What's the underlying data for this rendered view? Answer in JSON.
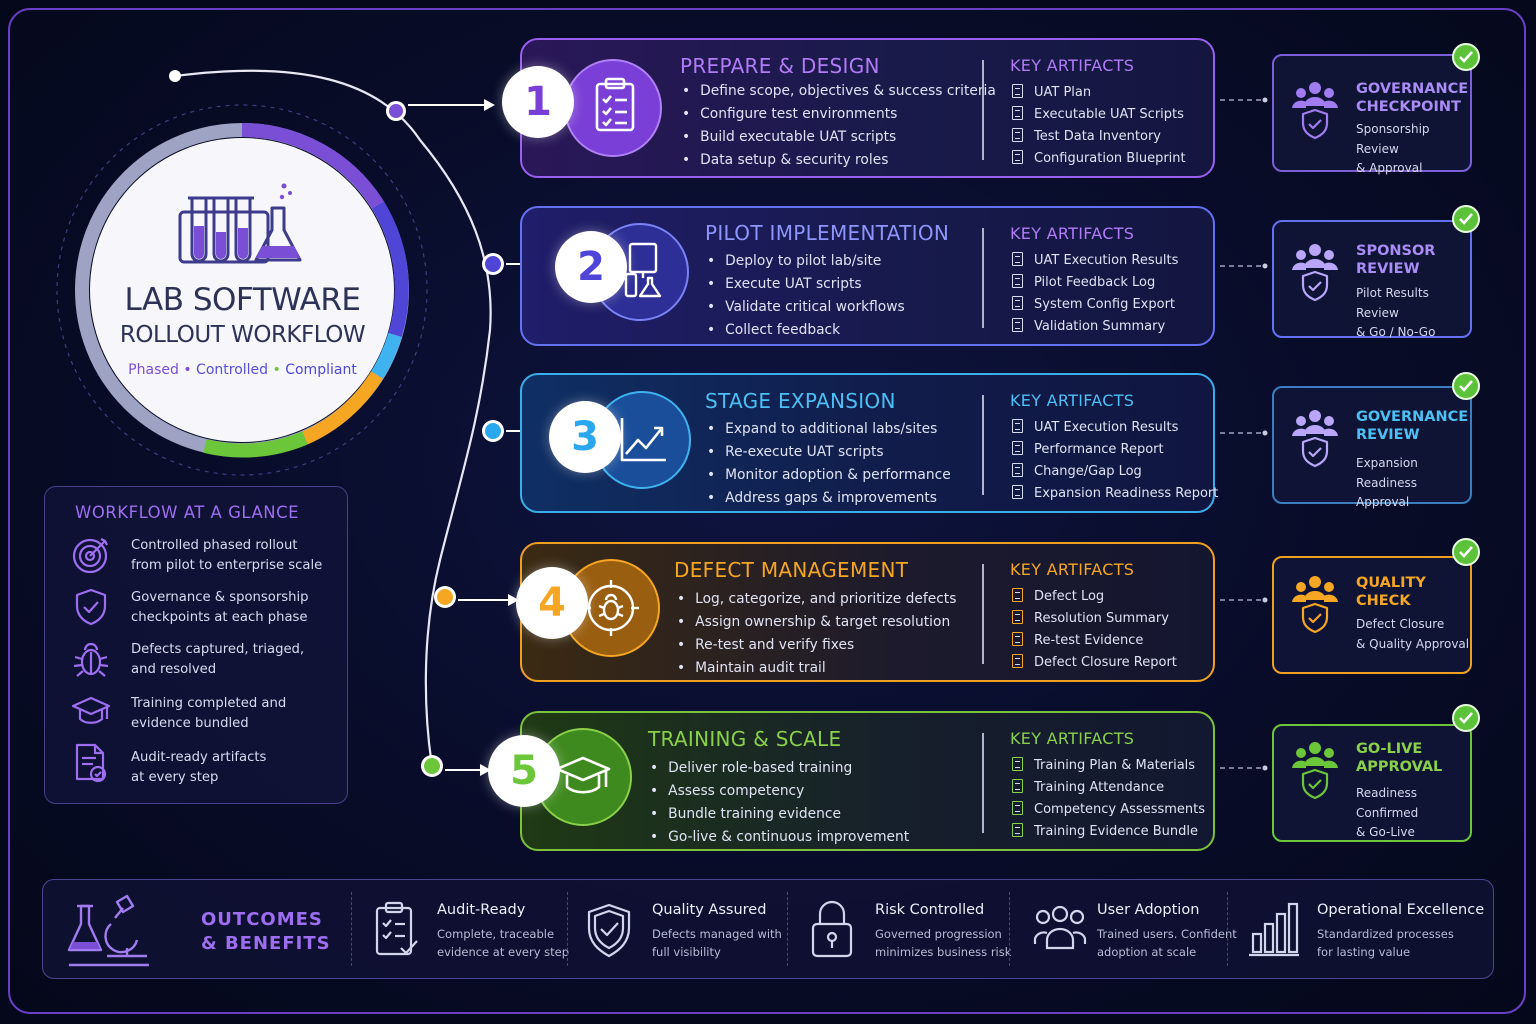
{
  "hero": {
    "title": "LAB SOFTWARE",
    "subtitle": "ROLLOUT WORKFLOW",
    "tags": [
      "Phased",
      "Controlled",
      "Compliant"
    ],
    "tag_colors": [
      "#7a4fd6",
      "#4f46d8",
      "#3b8fd8"
    ]
  },
  "glance": {
    "title": "WORKFLOW AT A GLANCE",
    "items": [
      {
        "icon": "target-icon",
        "lines": [
          "Controlled phased rollout",
          "from pilot to enterprise scale"
        ]
      },
      {
        "icon": "shield-check-icon",
        "lines": [
          "Governance & sponsorship",
          "checkpoints at each phase"
        ]
      },
      {
        "icon": "bug-icon",
        "lines": [
          "Defects captured, triaged,",
          "and resolved"
        ]
      },
      {
        "icon": "graduation-cap-icon",
        "lines": [
          "Training completed and",
          "evidence bundled"
        ]
      },
      {
        "icon": "document-check-icon",
        "lines": [
          "Audit-ready artifacts",
          "at every step"
        ]
      }
    ]
  },
  "phases": [
    {
      "number": "1",
      "title": "PREPARE & DESIGN",
      "color": "#a06cf0",
      "icon": "clipboard-checklist-icon",
      "bullets": [
        "Define scope, objectives & success criteria",
        "Configure test environments",
        "Build executable UAT scripts",
        "Data setup & security roles"
      ],
      "artifacts_title": "KEY ARTIFACTS",
      "artifacts": [
        "UAT Plan",
        "Executable UAT Scripts",
        "Test Data Inventory",
        "Configuration Blueprint"
      ],
      "gate": {
        "title": [
          "GOVERNANCE",
          "CHECKPOINT"
        ],
        "desc": [
          "Sponsorship Review",
          "& Approval"
        ]
      }
    },
    {
      "number": "2",
      "title": "PILOT IMPLEMENTATION",
      "color": "#6c79f5",
      "icon": "lab-equipment-icon",
      "bullets": [
        "Deploy to pilot lab/site",
        "Execute UAT scripts",
        "Validate critical workflows",
        "Collect feedback"
      ],
      "artifacts_title": "KEY ARTIFACTS",
      "artifacts": [
        "UAT Execution Results",
        "Pilot Feedback Log",
        "System Config Export",
        "Validation Summary"
      ],
      "gate": {
        "title": [
          "SPONSOR",
          "REVIEW"
        ],
        "desc": [
          "Pilot Results Review",
          "& Go / No-Go"
        ]
      }
    },
    {
      "number": "3",
      "title": "STAGE EXPANSION",
      "color": "#3fb2f0",
      "icon": "trend-chart-icon",
      "bullets": [
        "Expand to additional labs/sites",
        "Re-execute UAT scripts",
        "Monitor adoption & performance",
        "Address gaps & improvements"
      ],
      "artifacts_title": "KEY ARTIFACTS",
      "artifacts": [
        "UAT Execution Results",
        "Performance Report",
        "Change/Gap Log",
        "Expansion Readiness Report"
      ],
      "gate": {
        "title": [
          "GOVERNANCE",
          "REVIEW"
        ],
        "desc": [
          "Expansion Readiness",
          "Approval"
        ]
      }
    },
    {
      "number": "4",
      "title": "DEFECT MANAGEMENT",
      "color": "#f5a623",
      "icon": "bug-target-icon",
      "bullets": [
        "Log, categorize, and prioritize defects",
        "Assign ownership & target resolution",
        "Re-test and verify fixes",
        "Maintain audit trail"
      ],
      "artifacts_title": "KEY ARTIFACTS",
      "artifacts": [
        "Defect Log",
        "Resolution Summary",
        "Re-test Evidence",
        "Defect Closure Report"
      ],
      "gate": {
        "title": [
          "QUALITY",
          "CHECK"
        ],
        "desc": [
          "Defect Closure",
          "& Quality Approval"
        ]
      }
    },
    {
      "number": "5",
      "title": "TRAINING & SCALE",
      "color": "#8ad04a",
      "icon": "graduation-cap-icon",
      "bullets": [
        "Deliver role-based training",
        "Assess competency",
        "Bundle training evidence",
        "Go-live & continuous improvement"
      ],
      "artifacts_title": "KEY ARTIFACTS",
      "artifacts": [
        "Training Plan & Materials",
        "Training Attendance",
        "Competency Assessments",
        "Training Evidence Bundle"
      ],
      "gate": {
        "title": [
          "GO-LIVE",
          "APPROVAL"
        ],
        "desc": [
          "Readiness Confirmed",
          "& Go-Live"
        ]
      }
    }
  ],
  "outcomes": {
    "title": [
      "OUTCOMES",
      "& BENEFITS"
    ],
    "items": [
      {
        "icon": "clipboard-check-icon",
        "title": "Audit-Ready",
        "desc": [
          "Complete, traceable",
          "evidence at every step"
        ]
      },
      {
        "icon": "shield-check-icon",
        "title": "Quality Assured",
        "desc": [
          "Defects managed with",
          "full visibility"
        ]
      },
      {
        "icon": "lock-icon",
        "title": "Risk Controlled",
        "desc": [
          "Governed progression",
          "minimizes business risk"
        ]
      },
      {
        "icon": "users-icon",
        "title": "User Adoption",
        "desc": [
          "Trained users. Confident",
          "adoption at scale"
        ]
      },
      {
        "icon": "bar-chart-icon",
        "title": "Operational Excellence",
        "desc": [
          "Standardized processes",
          "for lasting value"
        ]
      }
    ]
  }
}
